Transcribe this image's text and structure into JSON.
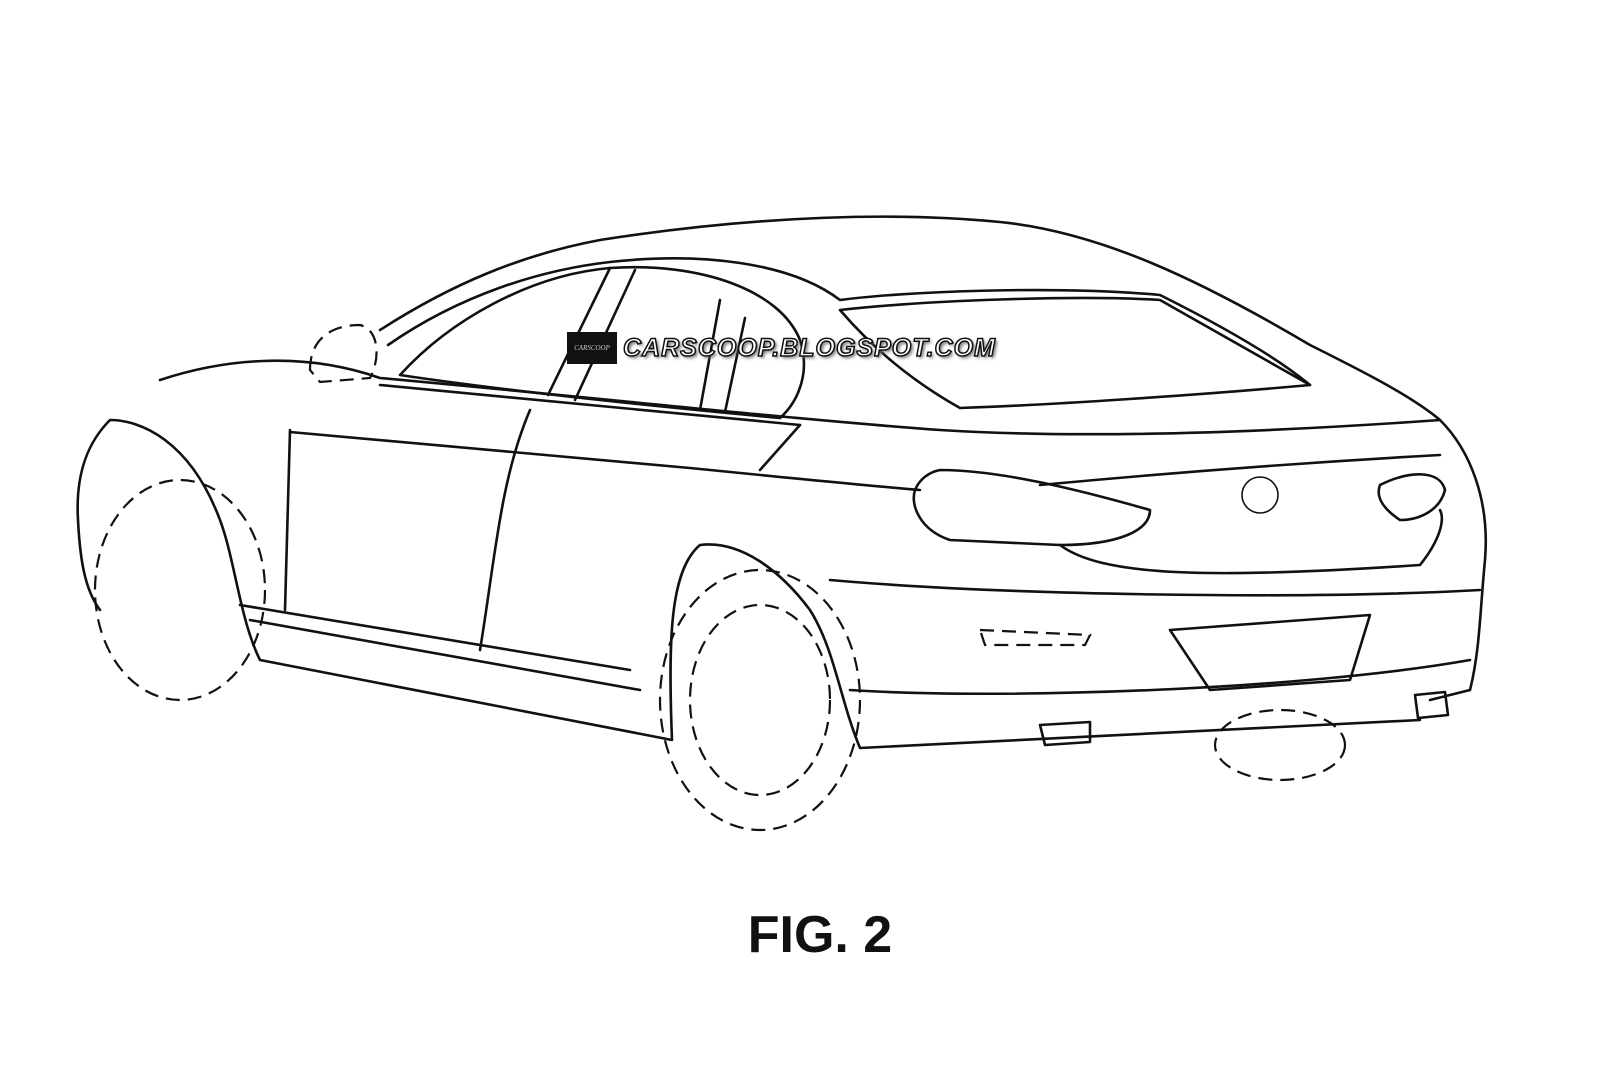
{
  "figure": {
    "label": "FIG. 2"
  },
  "watermark": {
    "logo_text": "CARSCOOP",
    "text": "CARSCOOP.BLOGSPOT.COM"
  }
}
